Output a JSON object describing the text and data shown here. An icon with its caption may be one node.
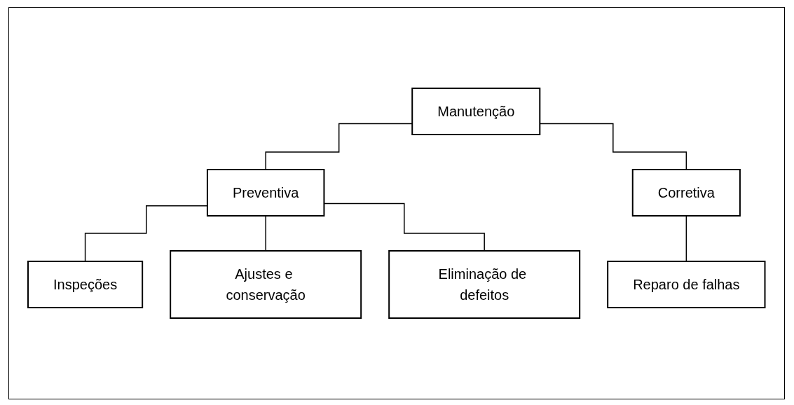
{
  "diagram": {
    "nodes": [
      {
        "text": [
          "Manutenção"
        ]
      },
      {
        "text": [
          "Preventiva"
        ]
      },
      {
        "text": [
          "Corretiva"
        ]
      },
      {
        "text": [
          "Inspeções"
        ]
      },
      {
        "text": [
          "Ajustes e conservação"
        ]
      },
      {
        "text": [
          "Eliminação de defeitos"
        ]
      },
      {
        "text": [
          "Reparo de falhas"
        ]
      }
    ],
    "edges": [
      {
        "from": 0,
        "to": 1,
        "arrow": "none"
      },
      {
        "from": 0,
        "to": 2,
        "arrow": "none"
      },
      {
        "from": 1,
        "to": 3,
        "arrow": "none"
      },
      {
        "from": 1,
        "to": 4,
        "arrow": "none"
      },
      {
        "from": 1,
        "to": 5,
        "arrow": "none"
      },
      {
        "from": 2,
        "to": 6,
        "arrow": "none"
      }
    ]
  }
}
